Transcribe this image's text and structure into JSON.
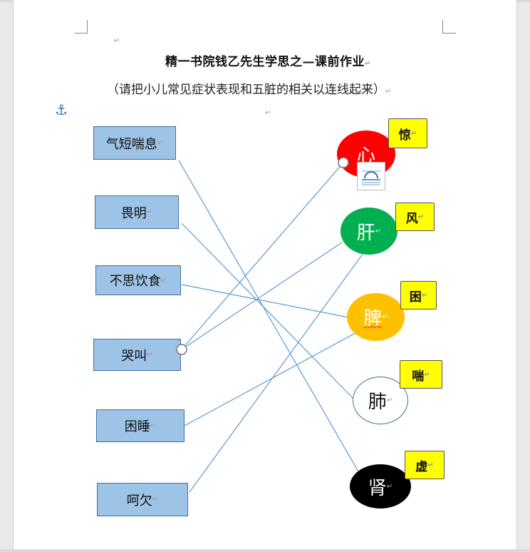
{
  "document": {
    "title": "精一书院钱乙先生学思之—课前作业",
    "subtitle": "（请把小儿常见症状表现和五脏的相关以连线起来）",
    "paragraph_mark": "↵"
  },
  "symptoms": [
    {
      "label": "气短喘息"
    },
    {
      "label": "畏明"
    },
    {
      "label": "不思饮食"
    },
    {
      "label": "哭叫"
    },
    {
      "label": "困睡"
    },
    {
      "label": "呵欠"
    }
  ],
  "organs": [
    {
      "label": "心",
      "tag": "惊",
      "fill": "#ff0000",
      "text_color": "#ffffff"
    },
    {
      "label": "肝",
      "tag": "风",
      "fill": "#00b050",
      "text_color": "#ffffff"
    },
    {
      "label": "脾",
      "tag": "困",
      "fill": "#ffc000",
      "text_color": "#ffffff"
    },
    {
      "label": "肺",
      "tag": "喘",
      "fill": "#ffffff",
      "text_color": "#111111"
    },
    {
      "label": "肾",
      "tag": "虚",
      "fill": "#000000",
      "text_color": "#ffffff"
    }
  ],
  "colors": {
    "box_fill": "#9dc3e6",
    "box_border": "#41719c",
    "line": "#5b9bd5",
    "tag_fill": "#ffff00"
  }
}
